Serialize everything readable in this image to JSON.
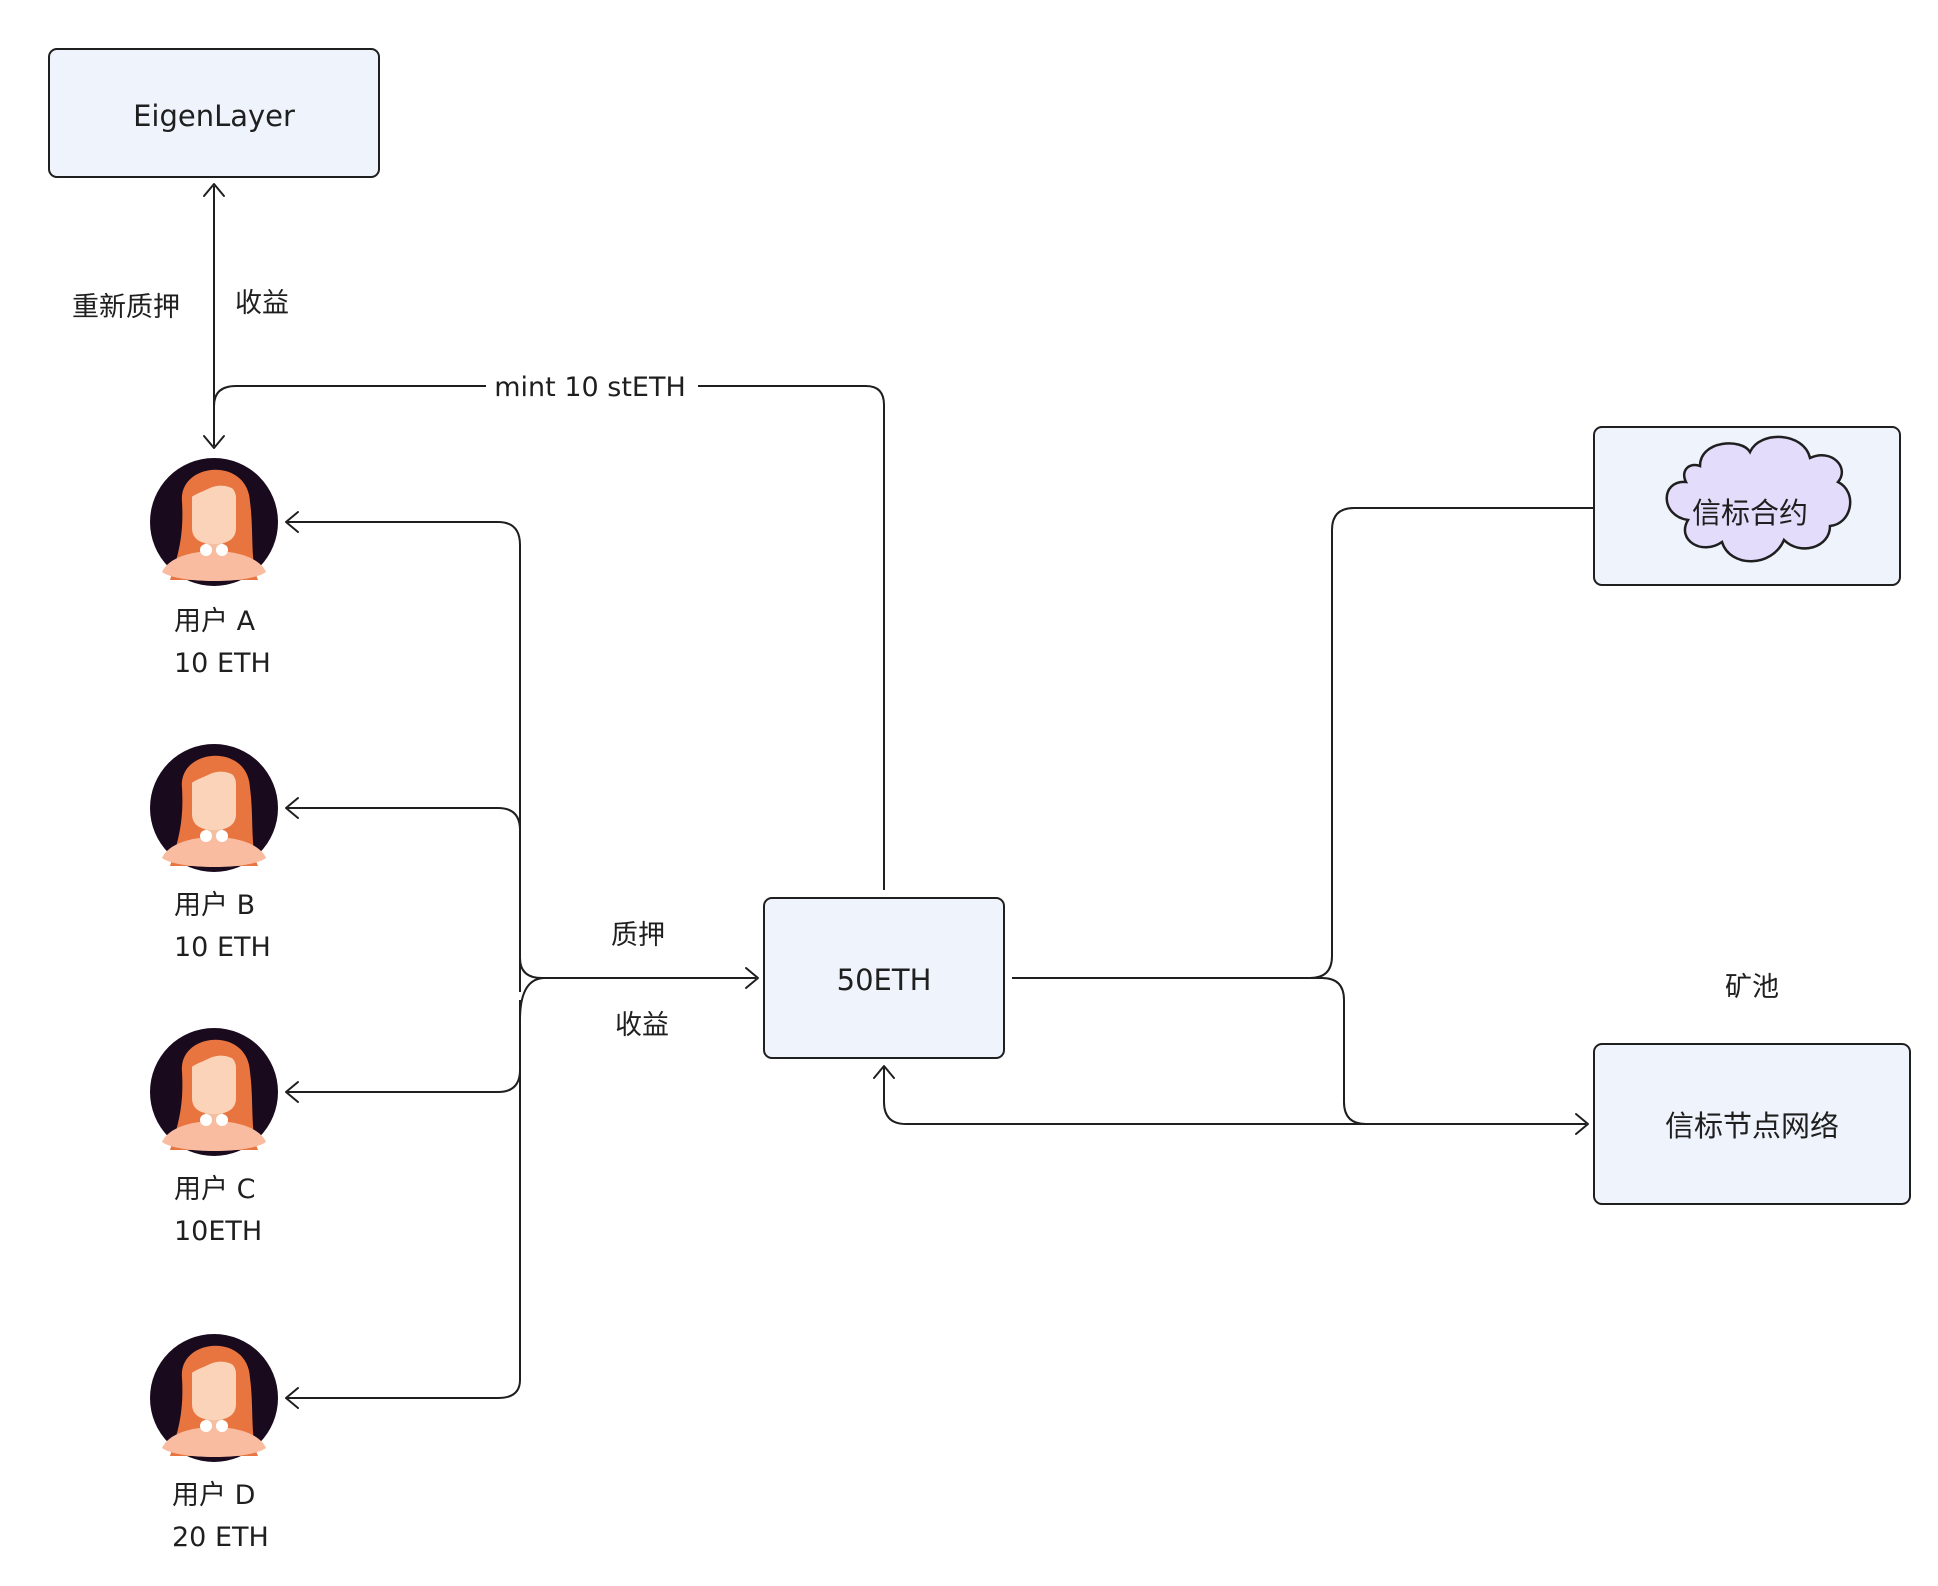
{
  "nodes": {
    "eigenlayer": "EigenLayer",
    "pool": "50ETH",
    "beacon_contract": "信标合约",
    "beacon_network": "信标节点网络"
  },
  "labels": {
    "restake": "重新质押",
    "yield_top": "收益",
    "mint": "mint 10 stETH",
    "stake": "质押",
    "yield_mid": "收益",
    "mining_pool": "矿池"
  },
  "users": [
    {
      "name": "用户 A",
      "amount": "10 ETH"
    },
    {
      "name": "用户 B",
      "amount": "10 ETH"
    },
    {
      "name": "用户 C",
      "amount": "10ETH"
    },
    {
      "name": "用户 D",
      "amount": "20 ETH"
    }
  ],
  "colors": {
    "box_fill": "#eef3fc",
    "cloud_fill": "#e4dcfb",
    "line": "#1f1f1f",
    "avatar_bg": "#1a0a1e",
    "hair": "#e8743f",
    "skin": "#fbd3b8",
    "shirt": "#f9bca0"
  },
  "icons": {
    "user": "user-avatar-icon",
    "contract": "cloud-icon"
  }
}
